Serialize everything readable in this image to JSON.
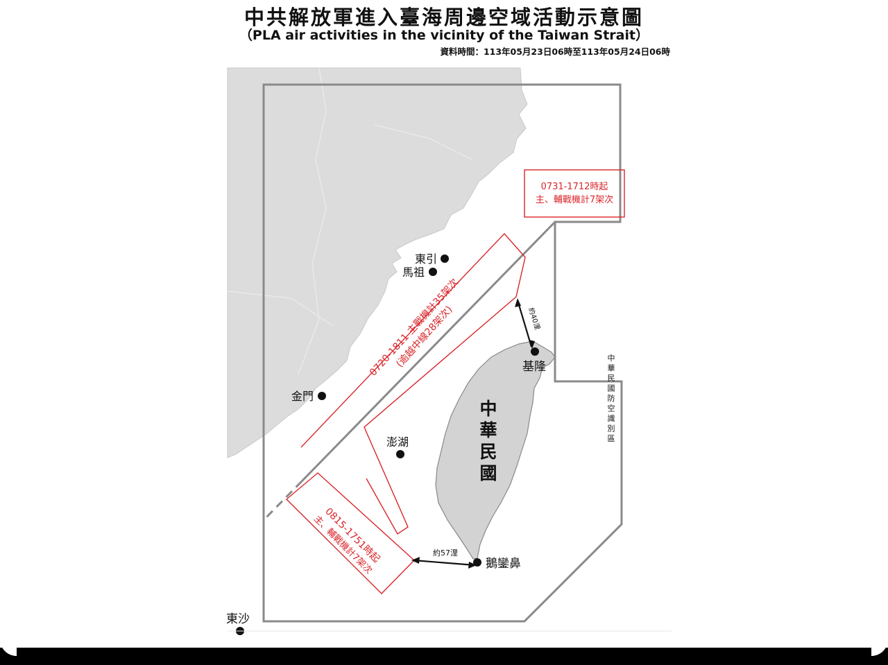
{
  "header": {
    "title_zh": "中共解放軍進入臺海周邊空域活動示意圖",
    "title_en": "（PLA air activities in the vicinity of the Taiwan Strait）",
    "data_time": "資料時間：113年05月23日06時至113年05月24日06時"
  },
  "places": {
    "dongyin": "東引",
    "matsu": "馬祖",
    "kinmen": "金門",
    "penghu": "澎湖",
    "keelung": "基隆",
    "eluanbi": "鵝鑾鼻",
    "dongsha": "東沙",
    "roc": "中華民國",
    "adiz": "中華民國防空識別區"
  },
  "distances": {
    "north": "約40浬",
    "south": "約57浬"
  },
  "activity_boxes": {
    "northeast": {
      "line1": "0731-1712時起",
      "line2": "主、輔戰機計7架次"
    },
    "center": {
      "line1": "0720-1811 主戰機計35架次",
      "line2": "(逾越中線28架次)"
    },
    "southwest": {
      "line1": "0815-1751時起",
      "line2": "主、輔戰機計7架次"
    }
  },
  "colors": {
    "land": "#dcdcdc",
    "border_line": "#8a8a8a",
    "activity_red": "#d9262b",
    "median_line": "#8a8a8a"
  }
}
